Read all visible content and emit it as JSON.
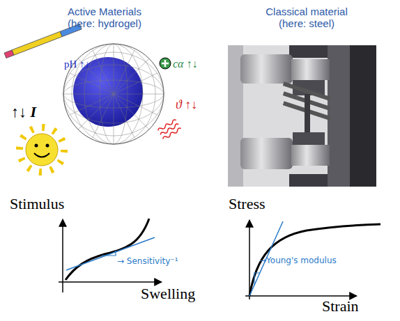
{
  "diagram": {
    "labels": [
      "Active Materials (here: hydrogel)",
      "Classical material (here: steel)",
      "pH ↑↓",
      "cα ↑↓",
      "ϑ ↑↓",
      "↑↓ I",
      "Stimulus",
      "Swelling",
      "→ Sensitivity⁻¹",
      "Stress",
      "Strain",
      "→Young's modulus"
    ]
  }
}
